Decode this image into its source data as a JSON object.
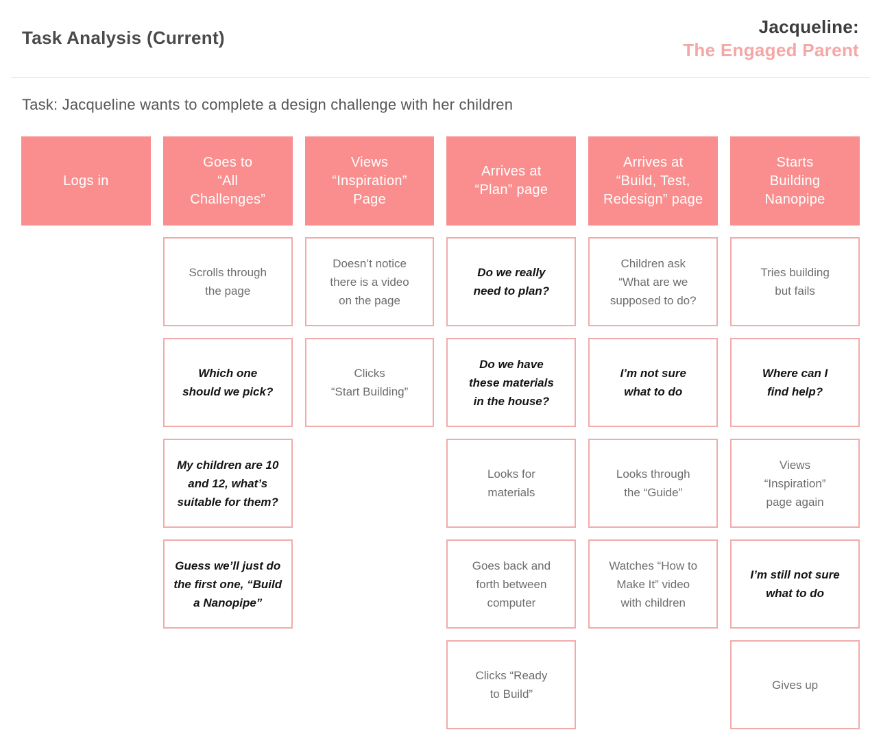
{
  "header": {
    "title": "Task Analysis (Current)",
    "persona_name": "Jacqueline:",
    "persona_subtitle": "The Engaged Parent"
  },
  "task_statement": "Task: Jacqueline wants to complete a design challenge with her children",
  "colors": {
    "header_pink": "#fa8e8e",
    "border_pink": "#f2abab",
    "persona_pink": "#f5a7a5",
    "text_gray": "#6d6d6d",
    "quote_black": "#141414",
    "divider_gray": "#dddddd"
  },
  "columns": [
    {
      "header": "Logs in",
      "cards": []
    },
    {
      "header": "Goes to\n“All\nChallenges”",
      "cards": [
        {
          "style": "action",
          "text": "Scrolls through\nthe page"
        },
        {
          "style": "quote",
          "text": "Which one\nshould we pick?"
        },
        {
          "style": "quote",
          "text": "My children are 10\nand 12, what’s\nsuitable for them?"
        },
        {
          "style": "quote",
          "text": "Guess we’ll just do\nthe first one, “Build\na Nanopipe”"
        }
      ]
    },
    {
      "header": "Views\n“Inspiration”\nPage",
      "cards": [
        {
          "style": "action",
          "text": "Doesn’t notice\nthere is a video\non the page"
        },
        {
          "style": "action",
          "text": "Clicks\n“Start Building”"
        }
      ]
    },
    {
      "header": "Arrives at\n“Plan” page",
      "cards": [
        {
          "style": "quote",
          "text": "Do we really\nneed to plan?"
        },
        {
          "style": "quote",
          "text": "Do we have\nthese materials\nin the house?"
        },
        {
          "style": "action",
          "text": "Looks for\nmaterials"
        },
        {
          "style": "action",
          "text": "Goes back and\nforth between\ncomputer"
        },
        {
          "style": "action",
          "text": "Clicks “Ready\nto Build”"
        }
      ]
    },
    {
      "header": "Arrives at\n“Build, Test,\nRedesign” page",
      "cards": [
        {
          "style": "action",
          "text": "Children ask\n“What are we\nsupposed to do?"
        },
        {
          "style": "quote",
          "text": "I’m not sure\nwhat to do"
        },
        {
          "style": "action",
          "text": "Looks through\nthe “Guide”"
        },
        {
          "style": "action",
          "text": "Watches “How to\nMake It” video\nwith children"
        }
      ]
    },
    {
      "header": "Starts\nBuilding\nNanopipe",
      "cards": [
        {
          "style": "action",
          "text": "Tries building\nbut fails"
        },
        {
          "style": "quote",
          "text": "Where can I\nfind help?"
        },
        {
          "style": "action",
          "text": "Views\n“Inspiration”\npage again"
        },
        {
          "style": "quote",
          "text": "I’m still not sure\nwhat to do"
        },
        {
          "style": "action",
          "text": "Gives up"
        }
      ]
    }
  ]
}
